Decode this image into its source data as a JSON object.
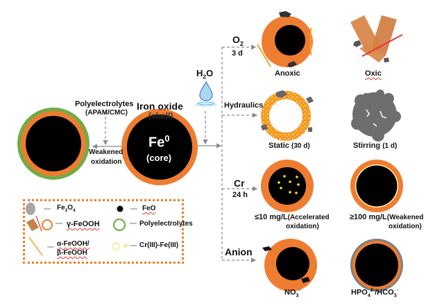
{
  "colors": {
    "orange": "#ee7d31",
    "black": "#000000",
    "green": "#6fac46",
    "gray": "#6b6b6b",
    "yellow": "#ffe500",
    "arrow": "#8a8a8a",
    "legend_border": "#ee7d22"
  },
  "core": {
    "title": "Iron oxide",
    "shell_label": "(shell)",
    "core_main": "Fe",
    "core_sup": "0",
    "core_sub": "(core)"
  },
  "left_branch": {
    "input_label_1": "Polyelectrolytes",
    "input_label_2": "(APAM/CMC)",
    "result_1": "Weakened",
    "result_2": "oxidation"
  },
  "water": {
    "label_main": "H",
    "label_sub": "2",
    "label_end": "O",
    "icon": "water-drop-icon"
  },
  "branches": [
    {
      "id": "o2",
      "label_main": "O",
      "label_sub": "2",
      "time": "3 d",
      "outcomes": [
        "Anoxic",
        "Oxic"
      ]
    },
    {
      "id": "hydraulics",
      "label_main": "Hydraulics",
      "outcomes": [
        {
          "main": "Static",
          "detail": "(30 d)"
        },
        {
          "main": "Stirring",
          "detail": "(1 d)"
        }
      ]
    },
    {
      "id": "cr",
      "label_main": "Cr",
      "time": "24 h",
      "outcomes": [
        {
          "main": "≤10 mg/L",
          "detail_1": "(Accelerated",
          "detail_2": "oxidation)"
        },
        {
          "main": "≥100 mg/L",
          "detail_1": "(Weakened",
          "detail_2": "oxidation)"
        }
      ]
    },
    {
      "id": "anion",
      "label_main": "Anion",
      "outcomes": [
        {
          "main": "NO",
          "sub": "3",
          "sup": "-"
        },
        {
          "main": "HPO",
          "sub": "4",
          "sup": "2-",
          "mid": "/HCO",
          "sub2": "3",
          "sup2": "-"
        }
      ]
    }
  ],
  "legend": {
    "items": [
      {
        "icon": "gray-blob-icon",
        "arrow": "→",
        "label_main": "Fe",
        "sub1": "3",
        "mid": "O",
        "sub2": "4"
      },
      {
        "icon": "black-dot-icon",
        "arrow": "→",
        "label": "FeO"
      },
      {
        "icon": "orange-ring-icon",
        "arrow": "→",
        "label": "γ-FeOOH"
      },
      {
        "icon": "green-ring-icon",
        "arrow": "→",
        "label": "Polyelectrolytes"
      },
      {
        "icon": "yellow-needle-icon",
        "arrow": "→",
        "label_1": "α-FeOOH/",
        "label_2": "β-FeOOH"
      },
      {
        "icon": "yellow-ring-icon",
        "arrow": "→",
        "label": "Cr(III)-Fe(III)"
      }
    ]
  }
}
